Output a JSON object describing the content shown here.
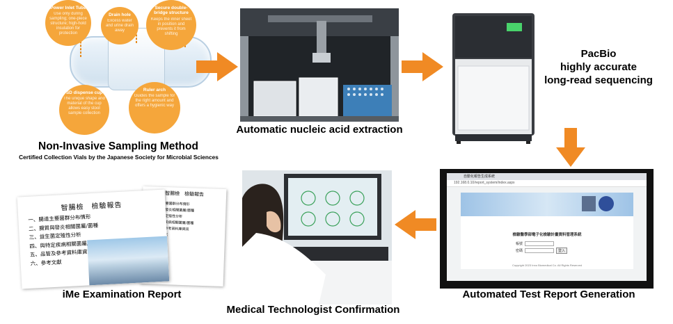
{
  "captions": {
    "sampling_title": "Non-Invasive Sampling Method",
    "sampling_subtitle": "Certified Collection Vials by the Japanese Society for Microbial Sciences",
    "extraction": "Automatic nucleic acid extraction",
    "pacbio_line1": "PacBio",
    "pacbio_line2": "highly accurate",
    "pacbio_line3": "long-read sequencing",
    "report_generation": "Automated Test Report Generation",
    "technologist": "Medical Technologist Confirmation",
    "ime_report": "iMe Examination Report"
  },
  "sampling_device": {
    "bubbles": [
      {
        "title": "Power Inlet Tube",
        "text": "Use only during sampling; one-piece structure; high-hold insulation for protection"
      },
      {
        "title": "Drain hole",
        "text": "Excess water and urine drain away"
      },
      {
        "title": "Secure double-bridge structure",
        "text": "Keeps the inner sheet in position and prevents it from shifting"
      },
      {
        "title": "SD dispense cup",
        "text": "The unique shape and material of the cup allows easy stool sample collection"
      },
      {
        "title": "Ruler arch",
        "text": "Guides the sample for the right amount and offers a hygienic way"
      }
    ]
  },
  "report_doc": {
    "back_title": "智腸檢　檢驗報告",
    "front_title": "智腸檢　檢驗報告",
    "items": [
      "一、腸道主要菌群分布情形",
      "二、腸質與發炎相關菌屬/菌種",
      "三、益生菌定殖性分析",
      "四、與特定疾病相關菌屬/菌種",
      "五、品管及參考資料庫資訊",
      "六、參考文獻"
    ]
  },
  "browser": {
    "tab_label": "自動化報告生成系統",
    "url": "192.168.0.10/report_system/index.aspx",
    "login_title": "檢驗醫學部電子化檢驗計畫資料管理系統",
    "account_label": "帳號",
    "password_label": "密碼",
    "login_button": "登入",
    "footer": "Copyright 2023 Inno Biomedical Co. All Rights Reserved"
  },
  "colors": {
    "arrow": "#f08a24",
    "bubble": "#f5a63b"
  }
}
